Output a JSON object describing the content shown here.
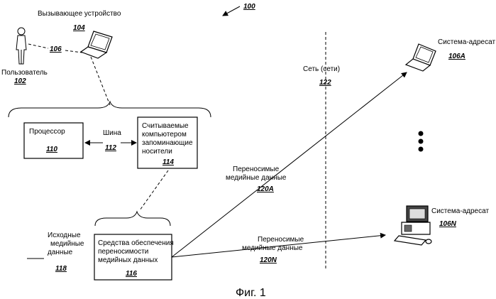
{
  "figure_ref": "100",
  "caption": "Фиг. 1",
  "user": {
    "label": "Пользователь",
    "ref": "102"
  },
  "caller_device": {
    "label": "Вызывающее устройство",
    "ref": "104"
  },
  "user_link_ref": "106",
  "processor": {
    "label": "Процессор",
    "ref": "110"
  },
  "bus": {
    "label": "Шина",
    "ref": "112"
  },
  "storage": {
    "lines": [
      "Считываемые",
      "компьютером",
      "запоминающие",
      "носители"
    ],
    "ref": "114"
  },
  "source_media": {
    "lines": [
      "Исходные",
      "медийные",
      "данные"
    ],
    "ref": "118"
  },
  "portability": {
    "lines": [
      "Средства обеспечения",
      "переносимости",
      "медийных данных"
    ],
    "ref": "116"
  },
  "network": {
    "label": "Сеть (сети)",
    "ref": "122"
  },
  "portable_a": {
    "lines": [
      "Переносимые",
      "медийные данные"
    ],
    "ref": "120A"
  },
  "portable_n": {
    "lines": [
      "Переносимые",
      "медийные данные"
    ],
    "ref": "120N"
  },
  "target_a": {
    "label": "Система-адресат",
    "ref": "106A"
  },
  "target_n": {
    "label": "Система-адресат",
    "ref": "106N"
  }
}
